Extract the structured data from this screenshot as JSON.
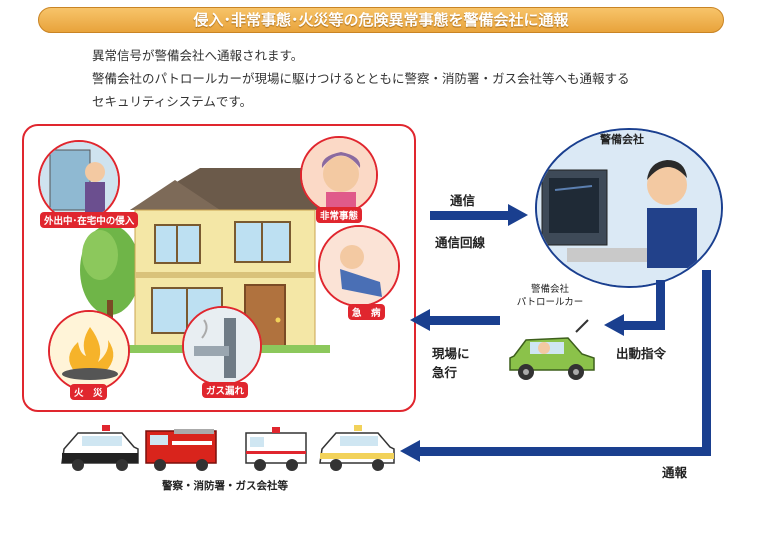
{
  "banner": {
    "title": "侵入･非常事態･火災等の危険異常事態を警備会社に通報"
  },
  "intro": {
    "line1": "異常信号が警備会社へ通報されます。",
    "line2": "警備会社のパトロールカーが現場に駆けつけるとともに警察・消防署・ガス会社等へも通報する",
    "line3": "セキュリティシステムです。"
  },
  "house": {
    "intrusion_tag": "外出中･在宅中の侵入",
    "emergency_tag": "非常事態",
    "illness_tag": "急　病",
    "fire_tag": "火　災",
    "gas_tag": "ガス漏れ"
  },
  "office": {
    "label": "警備会社"
  },
  "flow": {
    "comm": "通信",
    "comm_line": "通信回線",
    "patrol_label_1": "警備会社",
    "patrol_label_2": "パトロールカー",
    "dispatch": "出動指令",
    "rush_1": "現場に",
    "rush_2": "急行",
    "report": "通報"
  },
  "agencies": {
    "label": "警察・消防署・ガス会社等"
  },
  "colors": {
    "arrow": "#1a3f8f",
    "frame": "#e0262e",
    "banner": "#e8a33b"
  }
}
